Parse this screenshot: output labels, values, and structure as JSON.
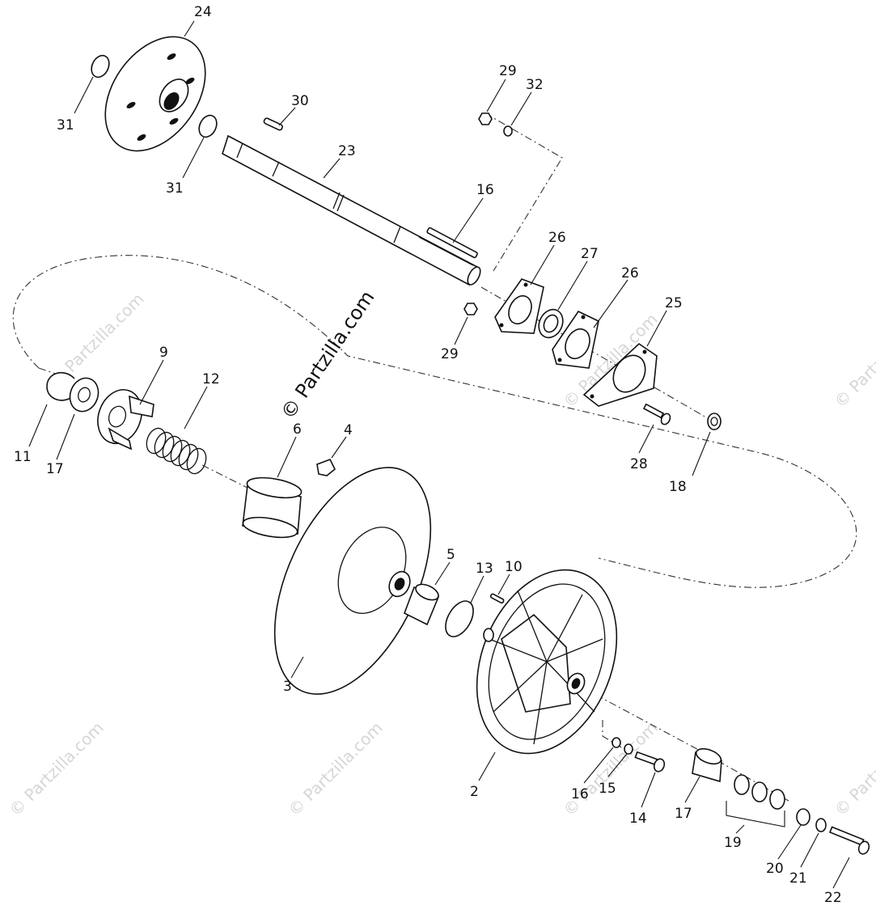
{
  "watermark": {
    "main": "© Partzilla.com",
    "repeat": "© Partzilla.com"
  },
  "colors": {
    "ink": "#111111",
    "watermark": "#d6d6d6",
    "background": "#ffffff"
  },
  "callouts": [
    {
      "id": "c24",
      "label": "24"
    },
    {
      "id": "c31a",
      "label": "31"
    },
    {
      "id": "c31b",
      "label": "31"
    },
    {
      "id": "c30",
      "label": "30"
    },
    {
      "id": "c23",
      "label": "23"
    },
    {
      "id": "c16a",
      "label": "16"
    },
    {
      "id": "c29a",
      "label": "29"
    },
    {
      "id": "c32",
      "label": "32"
    },
    {
      "id": "c26a",
      "label": "26"
    },
    {
      "id": "c27",
      "label": "27"
    },
    {
      "id": "c26b",
      "label": "26"
    },
    {
      "id": "c25",
      "label": "25"
    },
    {
      "id": "c29b",
      "label": "29"
    },
    {
      "id": "c9",
      "label": "9"
    },
    {
      "id": "c12",
      "label": "12"
    },
    {
      "id": "c11",
      "label": "11"
    },
    {
      "id": "c17a",
      "label": "17"
    },
    {
      "id": "c6",
      "label": "6"
    },
    {
      "id": "c4",
      "label": "4"
    },
    {
      "id": "c28",
      "label": "28"
    },
    {
      "id": "c18",
      "label": "18"
    },
    {
      "id": "c5",
      "label": "5"
    },
    {
      "id": "c13",
      "label": "13"
    },
    {
      "id": "c10",
      "label": "10"
    },
    {
      "id": "c3",
      "label": "3"
    },
    {
      "id": "c2",
      "label": "2"
    },
    {
      "id": "c16b",
      "label": "16"
    },
    {
      "id": "c15",
      "label": "15"
    },
    {
      "id": "c14",
      "label": "14"
    },
    {
      "id": "c17b",
      "label": "17"
    },
    {
      "id": "c19",
      "label": "19"
    },
    {
      "id": "c20",
      "label": "20"
    },
    {
      "id": "c21",
      "label": "21"
    },
    {
      "id": "c22",
      "label": "22"
    }
  ]
}
